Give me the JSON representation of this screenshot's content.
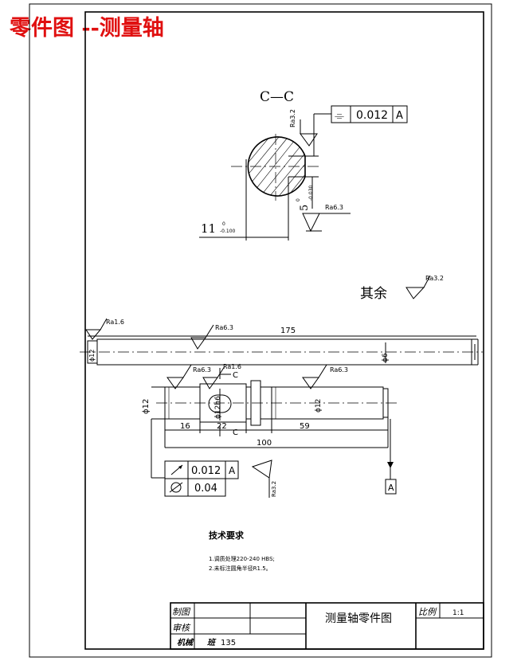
{
  "page_title": "零件图 --测量轴",
  "section": {
    "label": "C—C",
    "roughness_top": "Ra3.2",
    "flatness_symbol": "⌯",
    "flatness_value": "0.012",
    "flatness_datum": "A",
    "keyway_width": "5",
    "keyway_width_upper": "0",
    "keyway_width_lower": "-0.030",
    "roughness_keyway": "Ra6.3",
    "depth": "11",
    "depth_upper": "0",
    "depth_lower": "-0.100"
  },
  "remaining": {
    "label": "其余",
    "roughness": "Ra3.2"
  },
  "top_view": {
    "roughness_left": "Ra1.6",
    "roughness_center": "Ra6.3",
    "length": "175",
    "dia_left": "ϕ12",
    "dia_right": "ϕ6"
  },
  "main_view": {
    "roughness_1": "Ra6.3",
    "roughness_2": "Ra1.6",
    "roughness_3": "Ra6.3",
    "section_mark": "C",
    "dia_left": "ϕ12",
    "dia_slot": "ϕ12h6",
    "dia_right": "ϕ12",
    "dim_16": "16",
    "dim_22": "22",
    "dim_59": "59",
    "dim_100": "100",
    "roughness_vertical": "Ra3.2",
    "datum": "A"
  },
  "tolerances": {
    "runout_value": "0.012",
    "runout_datum": "A",
    "cylindricity_value": "0.04"
  },
  "requirements": {
    "title": "技术要求",
    "line1": "1.调质处理220-240 HBS;",
    "line2": "2.未标注圆角半径R1.5。"
  },
  "title_block": {
    "drawn_by": "制图",
    "checked_by": "审核",
    "drawing_name": "测量轴零件图",
    "scale_label": "比例",
    "scale_value": "1:1",
    "class_label": "机械",
    "class_num_label": "班",
    "class_num": "135"
  }
}
